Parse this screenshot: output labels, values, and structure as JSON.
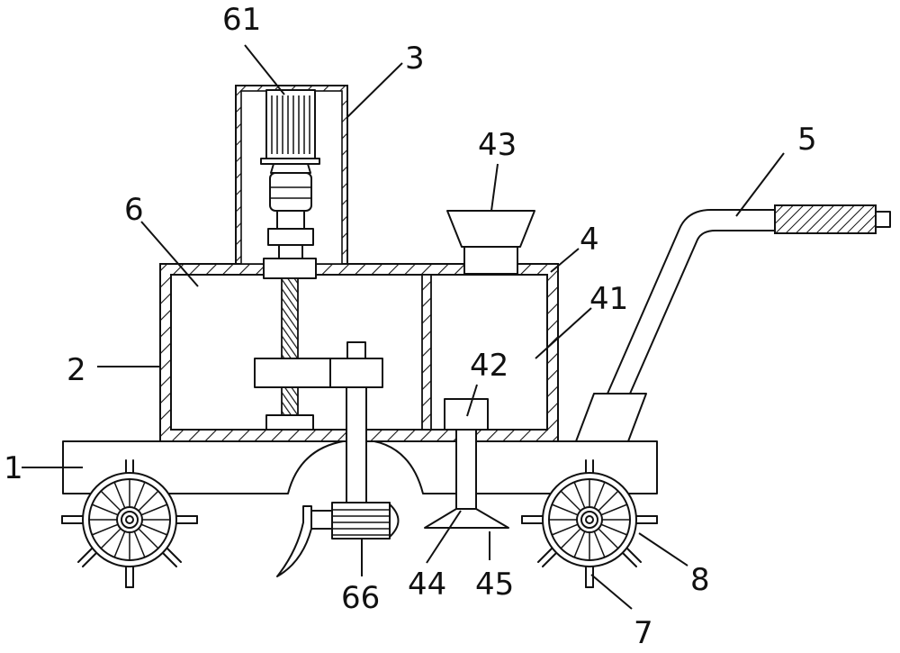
{
  "labels": {
    "l1": "1",
    "l2": "2",
    "l3": "3",
    "l4": "4",
    "l41": "41",
    "l42": "42",
    "l43": "43",
    "l44": "44",
    "l45": "45",
    "l5": "5",
    "l6": "6",
    "l61": "61",
    "l66": "66",
    "l7": "7",
    "l8": "8"
  },
  "colors": {
    "line": "#111111",
    "background": "#ffffff"
  }
}
